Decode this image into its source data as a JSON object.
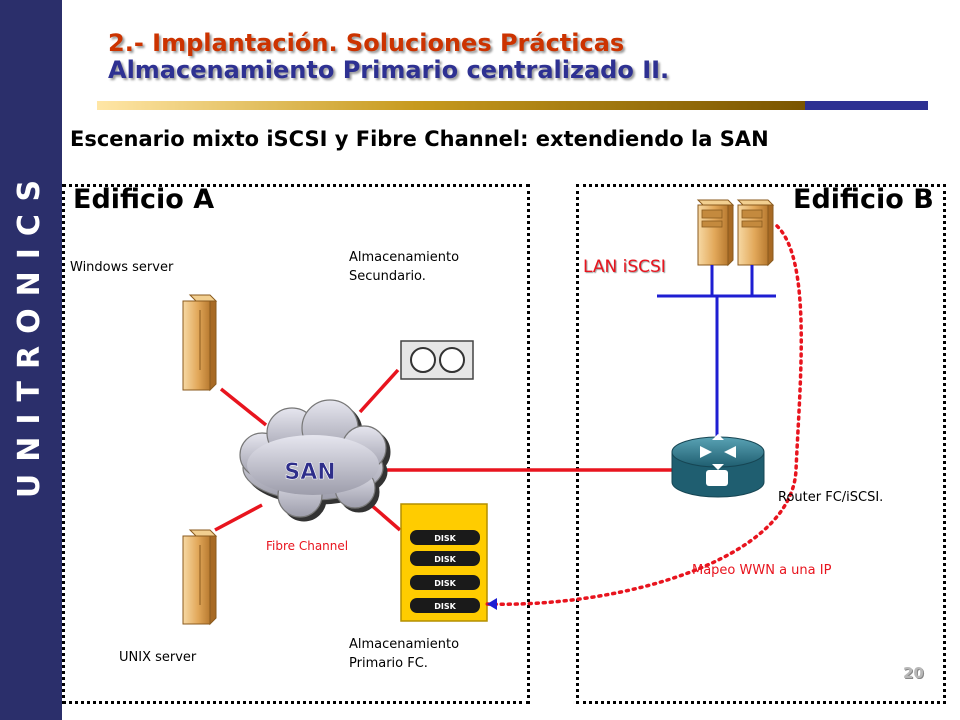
{
  "brand": {
    "name": "UNITRONICS"
  },
  "header": {
    "line1": "2.- Implantación. Soluciones Prácticas",
    "line2": "Almacenamiento Primario centralizado II."
  },
  "subtitle": "Escenario mixto iSCSI y Fibre Channel: extendiendo la SAN",
  "buildings": {
    "a": "Edificio A",
    "b": "Edificio B"
  },
  "labels": {
    "windows_server": "Windows server",
    "unix_server": "UNIX server",
    "secondary_storage": [
      "Almacenamiento",
      "Secundario."
    ],
    "primary_storage": [
      "Almacenamiento",
      "Primario FC."
    ],
    "fibre_channel": "Fibre Channel",
    "san": "SAN",
    "lan_iscsi": "LAN iSCSI",
    "router": "Router FC/iSCSI.",
    "mapping": "Mapeo WWN a una IP"
  },
  "disk_label": "DISK",
  "page_number": "20",
  "colors": {
    "sidebar": "#2b2f6b",
    "title_red": "#cc3300",
    "title_blue": "#2e3192",
    "link_red": "#e8141e",
    "link_blue": "#1e1ed2",
    "disk_gold": "#ffcc00",
    "router_teal": "#2f7f94"
  }
}
